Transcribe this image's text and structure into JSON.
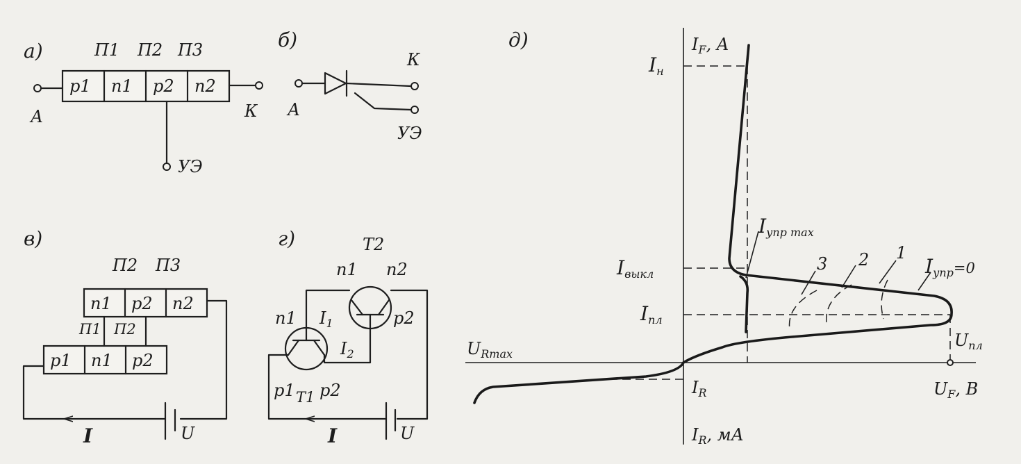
{
  "panel_labels": {
    "a": "а)",
    "b": "б)",
    "v": "в)",
    "g": "г)",
    "d": "д)"
  },
  "panel_a": {
    "junctions": [
      "П1",
      "П2",
      "П3"
    ],
    "layers": [
      "p1",
      "n1",
      "p2",
      "n2"
    ],
    "anode": "А",
    "cathode": "К",
    "gate": "УЭ"
  },
  "panel_b": {
    "anode": "А",
    "cathode": "К",
    "gate": "УЭ"
  },
  "panel_v": {
    "junctions_top": [
      "П2",
      "П3"
    ],
    "upper_layers": [
      "n1",
      "p2",
      "n2"
    ],
    "junctions_mid": [
      "П1",
      "П2"
    ],
    "lower_layers": [
      "p1",
      "n1",
      "p2"
    ],
    "current": "I",
    "voltage": "U"
  },
  "panel_g": {
    "t2_label": "Т2",
    "t2_n1": "n1",
    "t2_n2": "n2",
    "left_n1": "n1",
    "i1": "I",
    "i1_sub": "1",
    "i2": "I",
    "i2_sub": "2",
    "p2_right": "p2",
    "t1_p1": "p1",
    "t1_label": "T1",
    "t1_p2": "p2",
    "current": "I",
    "voltage": "U"
  },
  "panel_d": {
    "y_axis_top": "I",
    "y_axis_top_sub": "F",
    "y_axis_top_unit": ", A",
    "y_axis_bottom": "I",
    "y_axis_bottom_sub": "R",
    "y_axis_bottom_unit": ", мА",
    "x_axis": "U",
    "x_axis_sub": "F",
    "x_axis_unit": ", В",
    "i_n": "I",
    "i_n_sub": "н",
    "i_off": "I",
    "i_off_sub": "выкл",
    "i_pl": "I",
    "i_pl_sub": "пл",
    "i_ctrl_max": "I",
    "i_ctrl_max_sub": "упр max",
    "i_ctrl_zero": "I",
    "i_ctrl_zero_sub": "упр",
    "i_ctrl_zero_val": "=0",
    "u_r_max": "U",
    "u_r_max_sub": "Rmax",
    "u_pl": "U",
    "u_pl_sub": "пл",
    "i_r": "I",
    "i_r_sub": "R",
    "curve_labels": [
      "3",
      "2",
      "1"
    ]
  },
  "colors": {
    "ink": "#1e1e1e",
    "paper": "#f1f0ec"
  }
}
